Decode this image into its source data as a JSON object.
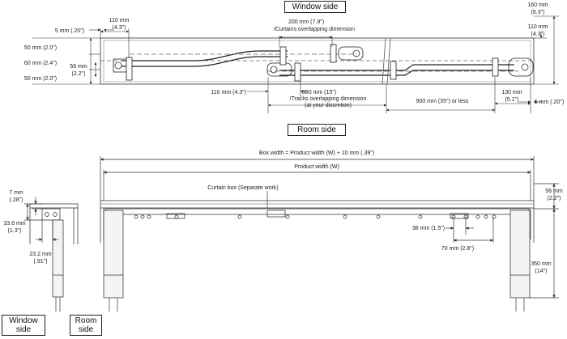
{
  "top": {
    "window_side": "Window side",
    "room_side": "Room side",
    "dims": {
      "d110_a": "110 mm",
      "d110_a_in": "(4.3\")",
      "d5_a": "5 mm (.20\")",
      "d200": "200 mm (7.9\")",
      "d200_sub": "/Curtains overlapping dimension",
      "d160": "160 mm",
      "d160_in": "(6.3\")",
      "d110_b": "110 mm",
      "d110_b_in": "(4.3\")",
      "d50_a": "50 mm (2.0\")",
      "d60": "60 mm (2.4\")",
      "d56": "56 mm",
      "d56_in": "(2.2\")",
      "d50_b": "50 mm (2.0\")",
      "d110_c": "110 mm (4.3\")",
      "d380": "380 mm (15\")",
      "d380_sub1": "/Tracks overlapping dimension",
      "d380_sub2": "(at your discretion)",
      "d900": "900 mm (35\") or less",
      "d130": "130 mm",
      "d130_in": "(5.1\")",
      "d5_b": "5 mm (.20\")"
    }
  },
  "front": {
    "box_width": "Box width = Product width (W) + 10 mm (.39\")",
    "product_width": "Product width (W)",
    "curtain_box": "Curtain box (Separate work)",
    "d56": "56 mm",
    "d56_in": "(2.2\")",
    "d38": "38 mm (1.5\")",
    "d70": "70 mm (2.8\")",
    "d350": "350 mm",
    "d350_in": "(14\")"
  },
  "side": {
    "d7": "7 mm",
    "d7_in": "(.28\")",
    "d33": "33.6 mm",
    "d33_in": "(1.3\")",
    "d23": "23.2 mm",
    "d23_in": "(.91\")",
    "window_side_1": "Window",
    "window_side_2": "side",
    "room_side_1": "Room",
    "room_side_2": "side"
  }
}
